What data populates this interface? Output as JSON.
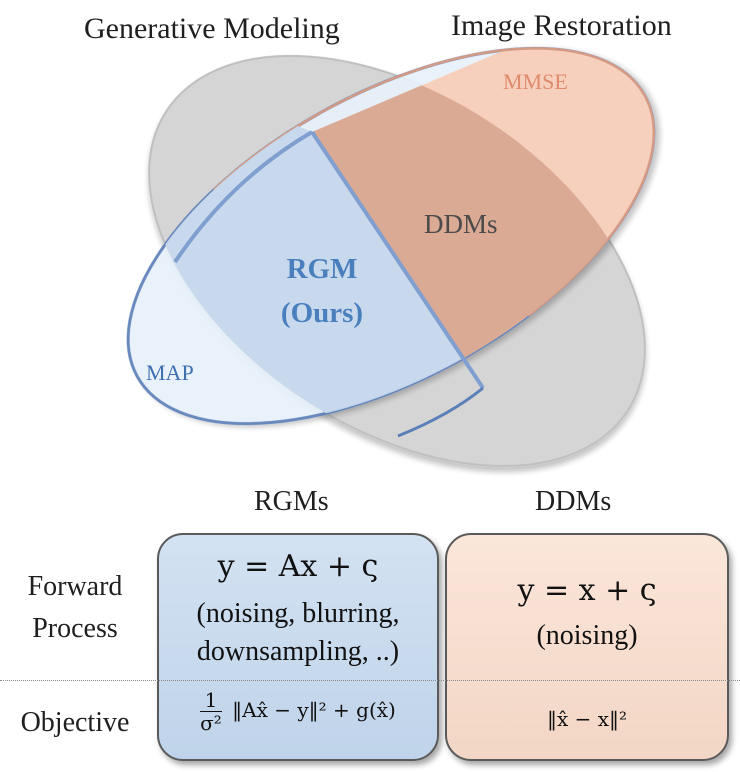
{
  "header": {
    "left_title": "Generative Modeling",
    "right_title": "Image Restoration"
  },
  "venn": {
    "region_mmse": "MMSE",
    "region_ddms": "DDMs",
    "region_rgm_line1": "RGM",
    "region_rgm_line2": "(Ours)",
    "region_map": "MAP",
    "colors": {
      "generative_gray": "#cfcfcf",
      "restoration_salmon": "#f6c6b2",
      "ddm_overlap": "#d8a793",
      "rgm_blue": "#c7d8ec",
      "map_light_blue": "#e9f2fb",
      "rgm_text": "#4a7fbd",
      "mmse_text": "#e08b6c"
    }
  },
  "table": {
    "col_rgms": "RGMs",
    "col_ddms": "DDMs",
    "row_forward_line1": "Forward",
    "row_forward_line2": "Process",
    "row_objective": "Objective",
    "rgm_forward_eq": "y = Ax + ς",
    "rgm_forward_desc_line1": "(noising, blurring,",
    "rgm_forward_desc_line2": "downsampling, ..)",
    "rgm_objective_frac_num": "1",
    "rgm_objective_frac_den": "σ²",
    "rgm_objective_rest": "‖Ax̂ − y‖² + g(x̂)",
    "ddm_forward_eq": "y = x + ς",
    "ddm_forward_desc": "(noising)",
    "ddm_objective": "‖x̂ − x‖²"
  }
}
